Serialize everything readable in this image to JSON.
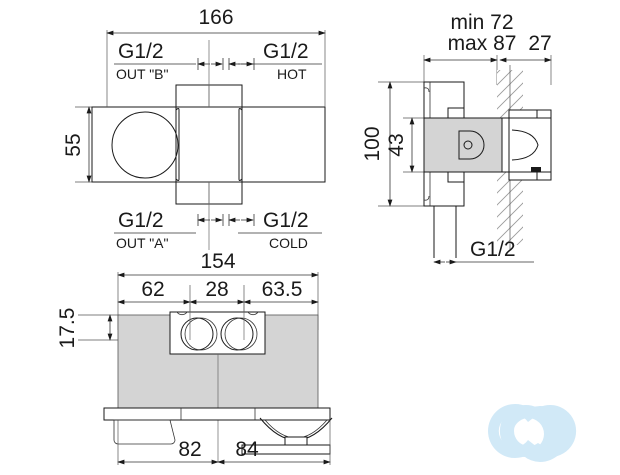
{
  "drawing": {
    "title": "Concealed thermostatic mixer valve body - technical dimension drawing",
    "units": "mm",
    "line_color": "#1a1a1a",
    "fill_color": "#d4d4d4",
    "hatch_color": "#9a9a9a",
    "watermark_color": "#cfe8f7"
  },
  "views": {
    "top": {
      "name": "top-view",
      "overall_width": "166",
      "height": "55",
      "ports": [
        {
          "thread": "G1/2",
          "label": "OUT \"B\"",
          "position": "top-left"
        },
        {
          "thread": "G1/2",
          "label": "HOT",
          "position": "top-right"
        },
        {
          "thread": "G1/2",
          "label": "OUT \"A\"",
          "position": "bottom-left"
        },
        {
          "thread": "G1/2",
          "label": "COLD",
          "position": "bottom-right"
        }
      ]
    },
    "side": {
      "name": "side-view",
      "depth_min": "min 72",
      "depth_max": "max 87",
      "projection": "27",
      "total_height": "100",
      "body_height": "43",
      "outlet_thread": "G1/2"
    },
    "front": {
      "name": "front-view",
      "overall_width": "154",
      "segments": [
        "62",
        "28",
        "63.5"
      ],
      "offset_top": "17.5",
      "base_left": "82",
      "base_right": "84"
    }
  },
  "dimensions": {
    "d166": "166",
    "d55": "55",
    "d154": "154",
    "d62": "62",
    "d28": "28",
    "d63_5": "63.5",
    "d17_5": "17.5",
    "d82": "82",
    "d84": "84",
    "d_min72": "min 72",
    "d_max87": "max 87",
    "d27": "27",
    "d100": "100",
    "d43": "43",
    "g12": "G1/2"
  },
  "labels": {
    "g12": "G1/2",
    "out_b": "OUT \"B\"",
    "out_a": "OUT \"A\"",
    "hot": "HOT",
    "cold": "COLD"
  },
  "watermark": {
    "alt": "cd-infinity-logo"
  }
}
